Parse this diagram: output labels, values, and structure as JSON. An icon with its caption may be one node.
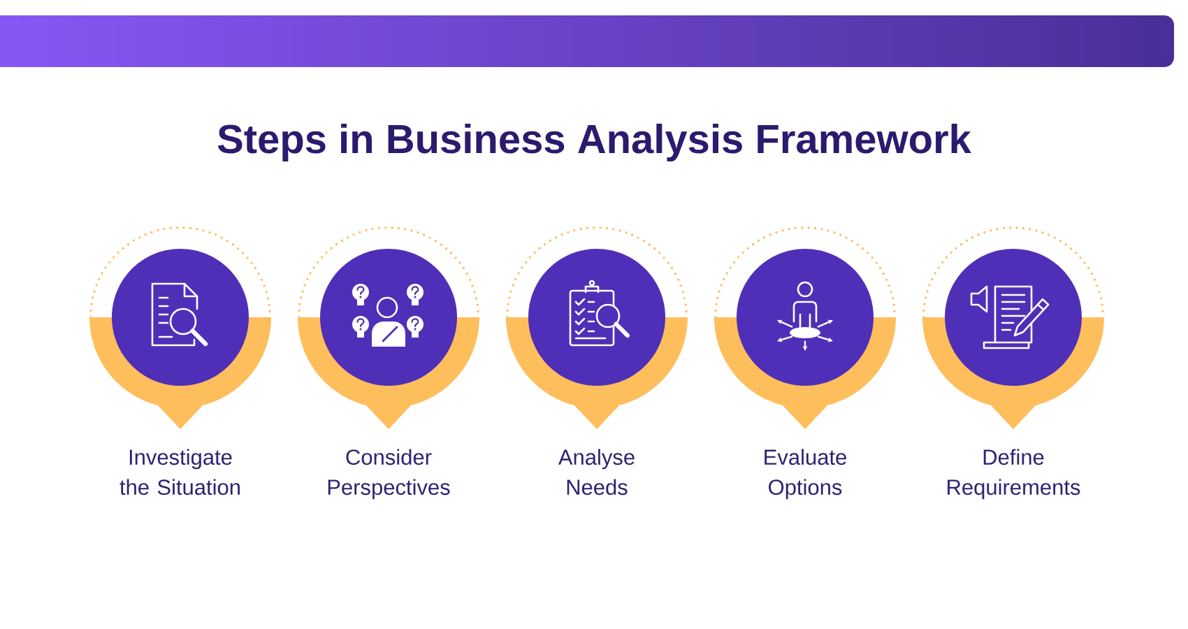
{
  "diagram": {
    "title": "Steps in Business Analysis Framework",
    "nodes": [
      {
        "text": [
          "Investigate the Situation"
        ]
      },
      {
        "text": [
          "Consider Perspectives"
        ]
      },
      {
        "text": [
          "Analyse Needs"
        ]
      },
      {
        "text": [
          "Evaluate Options"
        ]
      },
      {
        "text": [
          "Define Requirements"
        ]
      }
    ]
  }
}
